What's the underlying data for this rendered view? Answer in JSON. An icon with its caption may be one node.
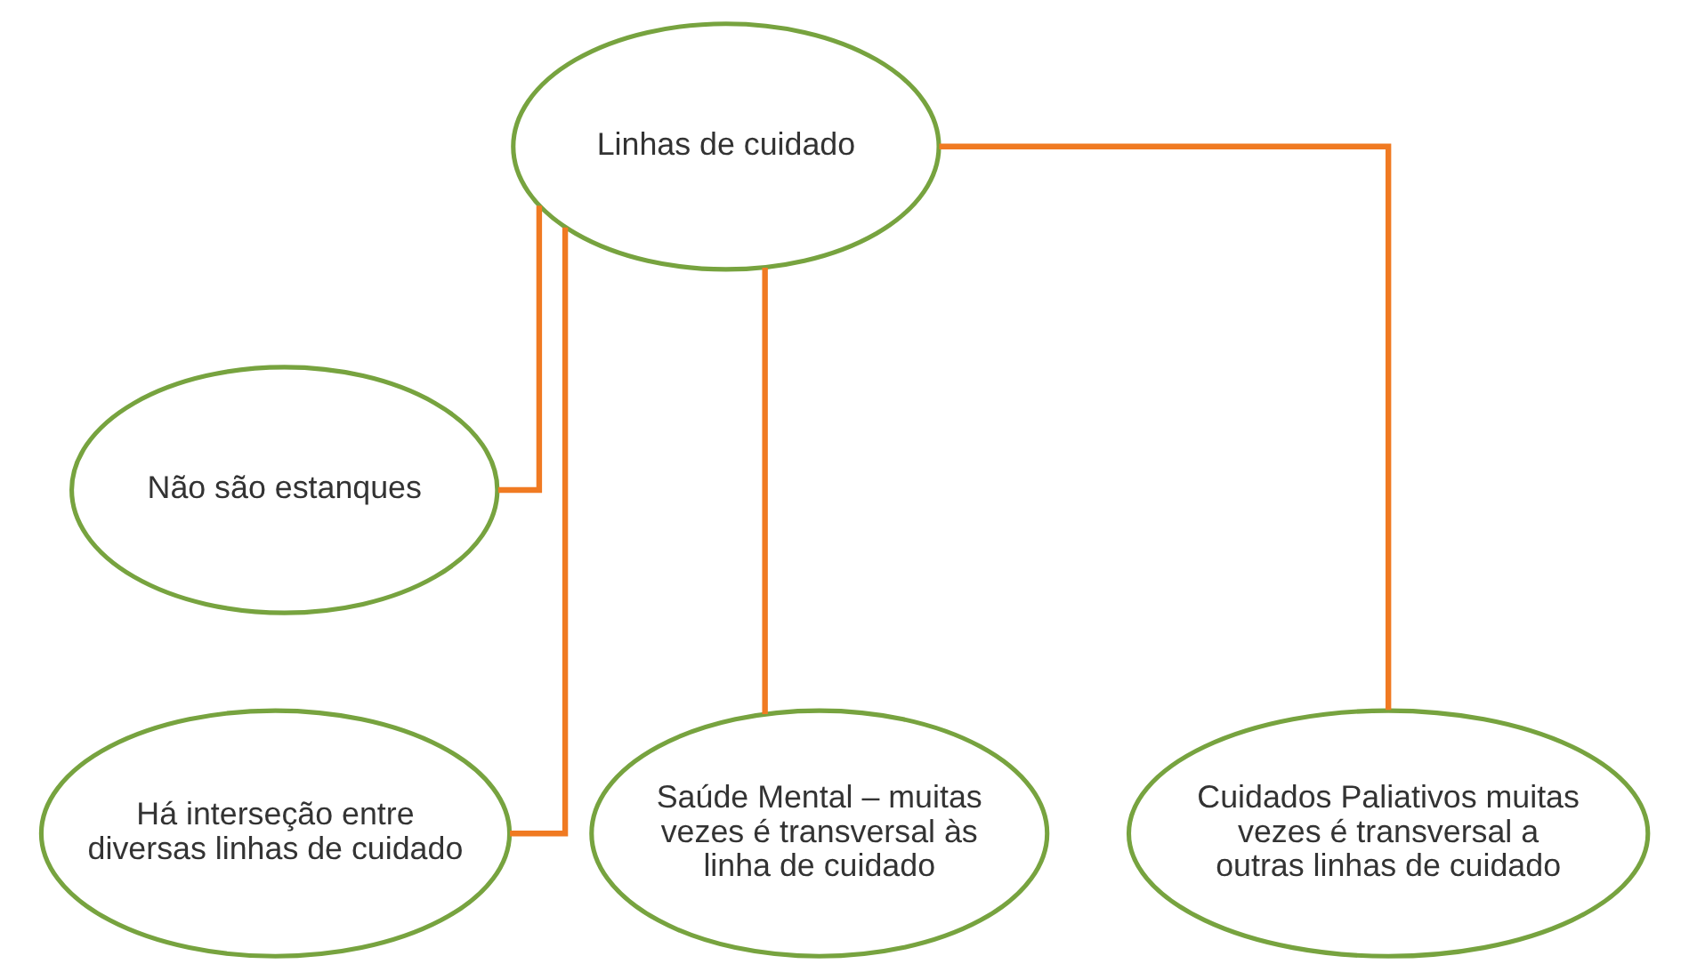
{
  "diagram": {
    "nodes": [
      {
        "text": [
          "Linhas de cuidado"
        ]
      },
      {
        "text": [
          "Não são estanques"
        ]
      },
      {
        "text": [
          "Há interseção entre diversas linhas de cuidado"
        ]
      },
      {
        "text": [
          "Saúde Mental – muitas vezes é transversal às linha de cuidado"
        ]
      },
      {
        "text": [
          "Cuidados Paliativos muitas vezes é transversal a outras linhas de cuidado"
        ]
      }
    ],
    "edges": [
      {
        "from": 0,
        "to": 1,
        "arrow": "none"
      },
      {
        "from": 0,
        "to": 2,
        "arrow": "none"
      },
      {
        "from": 0,
        "to": 3,
        "arrow": "none"
      },
      {
        "from": 0,
        "to": 4,
        "arrow": "none"
      }
    ]
  }
}
